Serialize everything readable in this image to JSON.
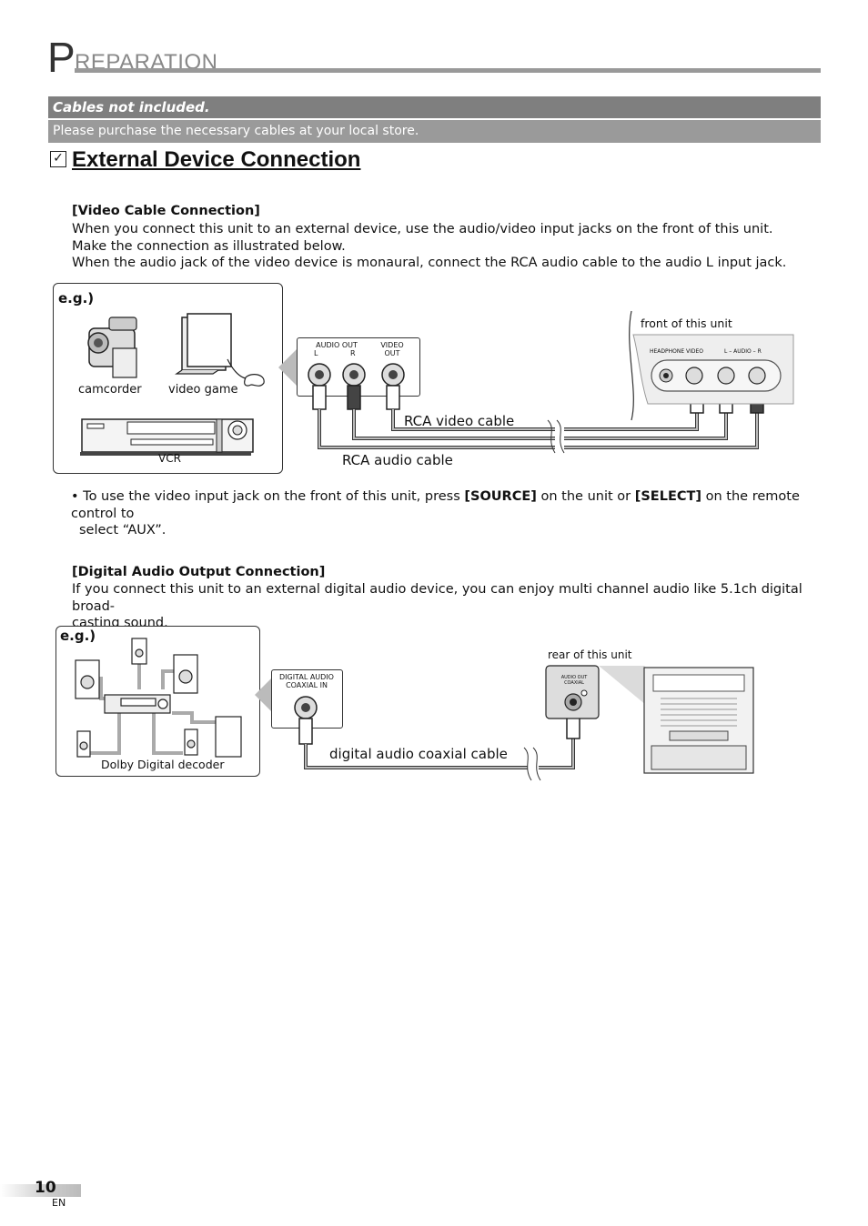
{
  "header": {
    "title_initial": "P",
    "title_rest": "REPARATION"
  },
  "notice": {
    "title": "Cables not included.",
    "text": "Please purchase the necessary cables at your local store."
  },
  "section": {
    "check": "✓",
    "title": "External Device Connection"
  },
  "video": {
    "subtitle": "[Video Cable Connection]",
    "lines": [
      "When you connect this unit to an external device, use the audio/video input jacks on the front of this unit.",
      "Make the connection as illustrated below.",
      "When the audio jack of the video device is monaural, connect the RCA audio cable to the audio L input jack."
    ],
    "eg": "e.g.)",
    "devices": {
      "camcorder": "camcorder",
      "video_game": "video game",
      "vcr": "VCR"
    },
    "jack_panel": {
      "audio_out": "AUDIO OUT",
      "l": "L",
      "r": "R",
      "video_out": "VIDEO OUT"
    },
    "front_label": "front of this unit",
    "unit_panel": {
      "headphone": "HEADPHONE",
      "video": "VIDEO",
      "audio": "L – AUDIO – R"
    },
    "video_cable": "RCA video cable",
    "audio_cable": "RCA audio cable",
    "bullet_pre": "To use the video input jack on the front of this unit, press ",
    "bullet_b1": "[SOURCE]",
    "bullet_mid": " on the unit or ",
    "bullet_b2": "[SELECT]",
    "bullet_post": " on the remote control to",
    "bullet_line2": "select “AUX”."
  },
  "digital": {
    "subtitle": "[Digital Audio Output Connection]",
    "line1": "If you connect this unit to an external digital audio device, you can enjoy multi channel audio like 5.1ch digital broad-",
    "line2": "casting sound.",
    "eg": "e.g.)",
    "decoder": "Dolby Digital decoder",
    "jack_in": "DIGITAL AUDIO COAXIAL IN",
    "rear_label": "rear of this unit",
    "jack_out": "AUDIO OUT COAXIAL",
    "cable": "digital audio coaxial cable"
  },
  "footer": {
    "page": "10",
    "lang": "EN"
  }
}
